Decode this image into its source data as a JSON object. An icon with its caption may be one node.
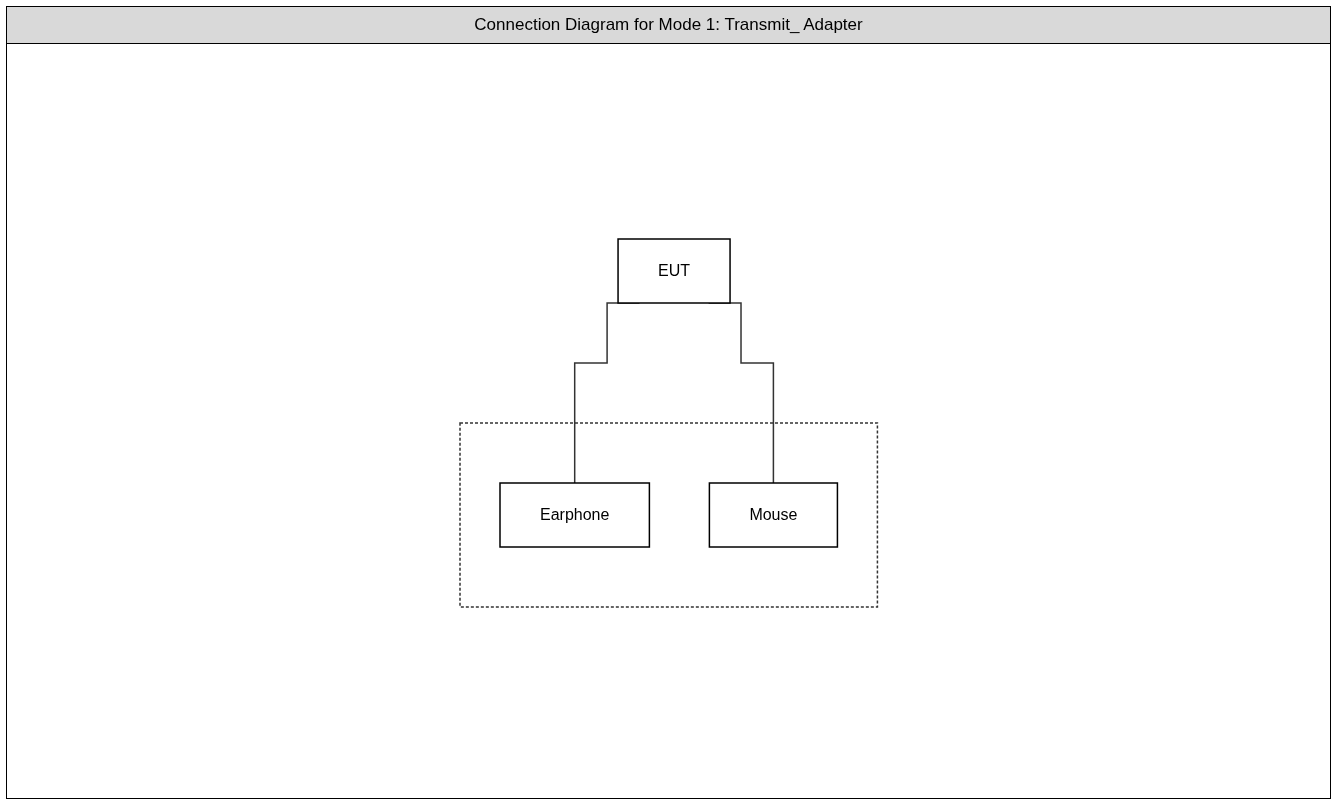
{
  "diagram": {
    "title": "Connection Diagram for Mode 1: Transmit_ Adapter",
    "nodes": [
      {
        "text": [],
        "shape": "box"
      },
      {
        "text": [
          "EUT"
        ]
      },
      {
        "text": [
          "Earphone"
        ],
        "in": 0
      },
      {
        "text": [
          "Mouse"
        ],
        "in": 0
      }
    ],
    "edges": [
      {
        "from": 1,
        "to": 2,
        "arrow": "none"
      },
      {
        "from": 1,
        "to": 3,
        "arrow": "none"
      }
    ]
  }
}
